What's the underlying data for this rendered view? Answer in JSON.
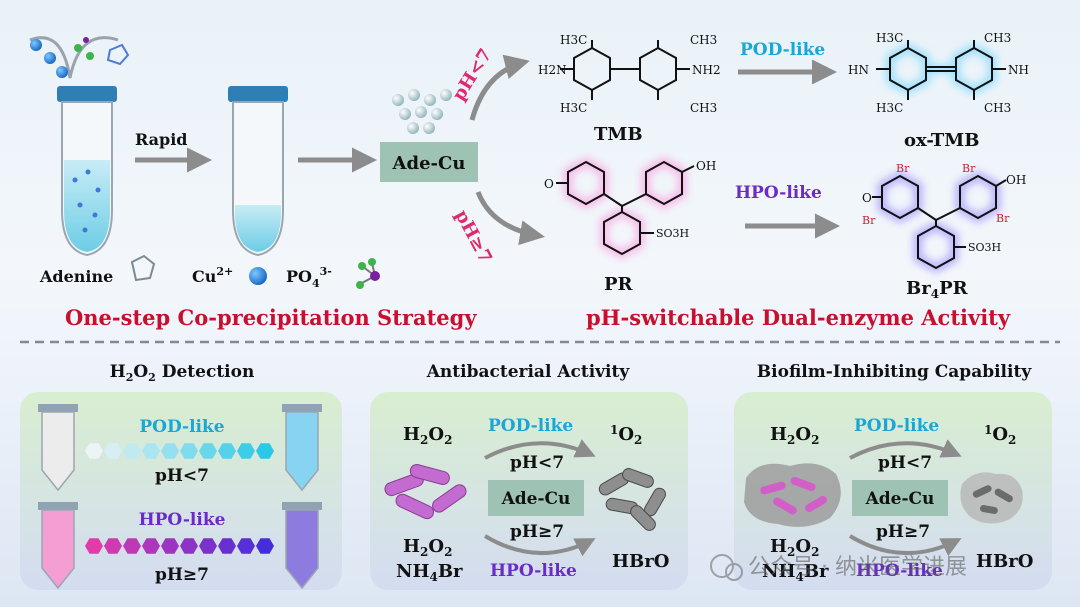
{
  "top": {
    "step_label": "Rapid",
    "tube_label": "Adenine",
    "cu_label": "Cu",
    "cu_charge": "2+",
    "po_label": "PO",
    "po_sub": "4",
    "po_charge": "3-",
    "catalyst": "Ade-Cu",
    "ph_acid": "pH<7",
    "ph_base": "pH≥7",
    "pod": "POD-like",
    "hpo": "HPO-like",
    "tmb": "TMB",
    "ox_tmb": "ox-TMB",
    "pr": "PR",
    "br4pr_main": "Br",
    "br4pr_sub": "4",
    "br4pr_end": "PR",
    "strategy_title": "One-step Co-precipitation Strategy",
    "activity_title": "pH-switchable Dual-enzyme Activity",
    "atoms": {
      "h3c": "H3C",
      "ch3": "CH3",
      "h2n": "H2N",
      "nh2": "NH2",
      "hn": "HN",
      "nh": "NH",
      "o": "O",
      "oh": "OH",
      "so3h": "SO3H",
      "br": "Br"
    }
  },
  "panels": {
    "detection_title_a": "H",
    "detection_title_sub1": "2",
    "detection_title_b": "O",
    "detection_title_sub2": "2",
    "detection_title_c": " Detection",
    "antibacterial_title": "Antibacterial Activity",
    "biofilm_title": "Biofilm-Inhibiting Capability",
    "pod": "POD-like",
    "hpo": "HPO-like",
    "ph_acid": "pH<7",
    "ph_base": "pH≥7",
    "catalyst": "Ade-Cu",
    "h2o2_a": "H",
    "h2o2_sub": "2",
    "h2o2_b": "O",
    "singlet_sup": "1",
    "singlet_main": "O",
    "singlet_sub": "2",
    "nh4br_a": "NH",
    "nh4br_sub": "4",
    "nh4br_b": "Br",
    "hbro": "HBrO"
  },
  "watermark": "公众号 · 纳米医学进展",
  "colors": {
    "red_title": "#c8102e",
    "pod_cyan": "#1aa6d6",
    "hpo_purple": "#6a2bc9",
    "ph_pink": "#e0286e",
    "catalyst_box": "#9ec3b4",
    "arrow_gray": "#8c8c8c"
  }
}
